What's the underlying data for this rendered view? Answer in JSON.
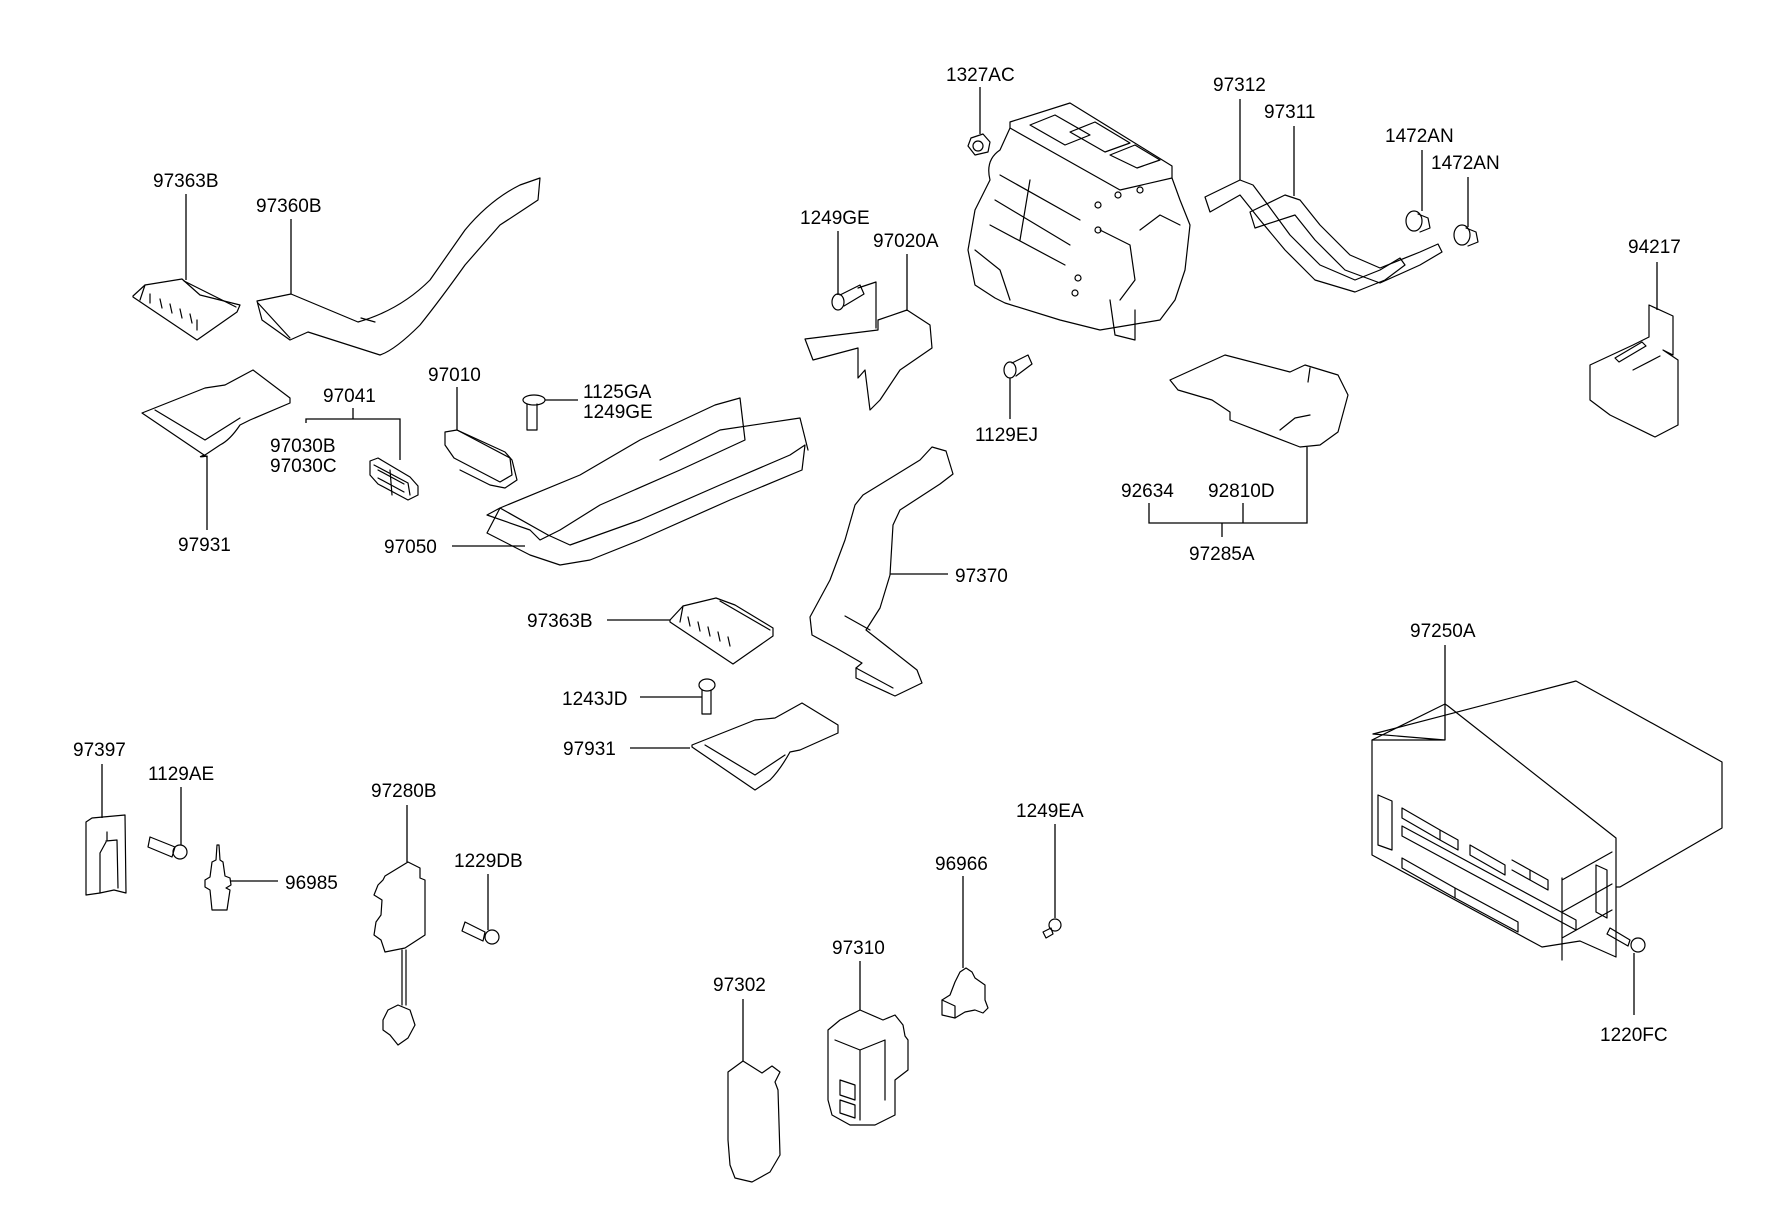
{
  "diagram": {
    "type": "exploded-parts-view",
    "background_color": "#ffffff",
    "line_color": "#000000",
    "labels": {
      "p97363B_top": "97363B",
      "p97360B": "97360B",
      "p97931_left": "97931",
      "p97041": "97041",
      "p97030B": "97030B",
      "p97030C": "97030C",
      "p97010": "97010",
      "p1125GA": "1125GA",
      "p1249GE_mid": "1249GE",
      "p97050": "97050",
      "p1249GE_top": "1249GE",
      "p97020A": "97020A",
      "p1327AC": "1327AC",
      "p1129EJ": "1129EJ",
      "p97312": "97312",
      "p97311": "97311",
      "p1472AN_a": "1472AN",
      "p1472AN_b": "1472AN",
      "p94217": "94217",
      "p92634": "92634",
      "p92810D": "92810D",
      "p97285A": "97285A",
      "p97370": "97370",
      "p97363B_mid": "97363B",
      "p1243JD": "1243JD",
      "p97931_mid": "97931",
      "p97250A": "97250A",
      "p1220FC": "1220FC",
      "p97397": "97397",
      "p1129AE": "1129AE",
      "p96985": "96985",
      "p97280B": "97280B",
      "p1229DB": "1229DB",
      "p1249EA": "1249EA",
      "p96966": "96966",
      "p97310": "97310",
      "p97302": "97302"
    }
  }
}
